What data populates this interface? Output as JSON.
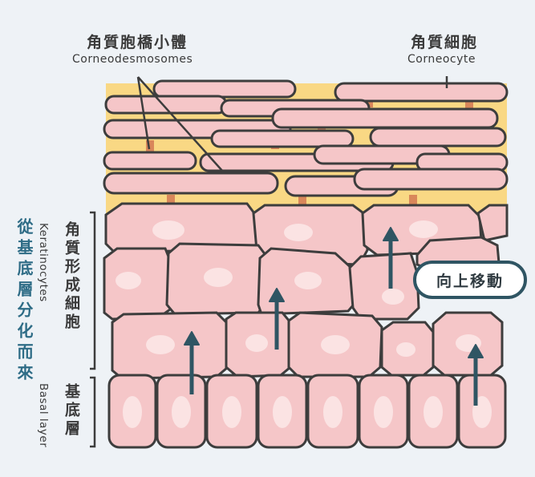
{
  "corneodesmosome": {
    "zh": "角質胞橋小體",
    "en": "Corneodesmosomes"
  },
  "corneocyte": {
    "zh": "角質細胞",
    "en": "Corneocyte"
  },
  "keratinocytes": {
    "zh": "角質形成細胞",
    "en": "Keratinocytes"
  },
  "basal": {
    "zh": "基底層",
    "en": "Basal layer"
  },
  "side_title": "從基底層分化而來",
  "move_up": "向上移動",
  "colors": {
    "background": "#eef2f6",
    "cell_fill": "#f5c6c8",
    "cell_stroke": "#3d3d3d",
    "nucleus": "#fbe3e3",
    "lipid_matrix": "#f9d884",
    "desmosome": "#d9875a",
    "arrow": "#2f5563",
    "side_title": "#2e6c86"
  }
}
